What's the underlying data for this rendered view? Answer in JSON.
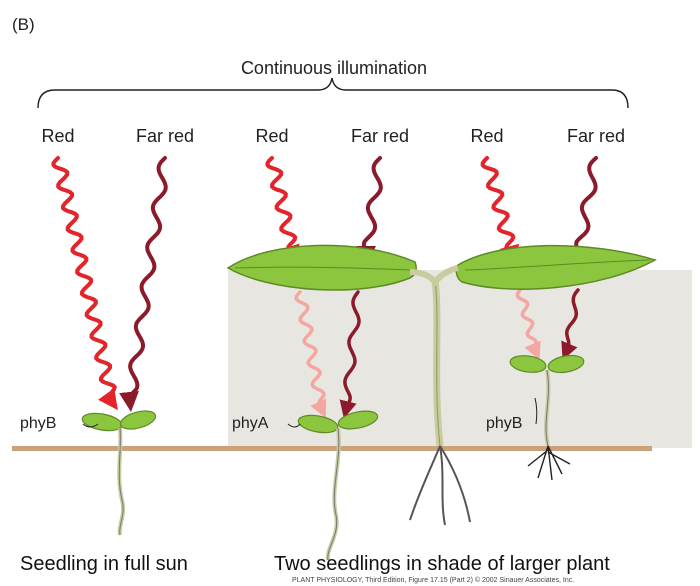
{
  "panel_label": "(B)",
  "top_label": "Continuous illumination",
  "wave_labels": [
    "Red",
    "Far red",
    "Red",
    "Far red",
    "Red",
    "Far red"
  ],
  "phy_labels": [
    "phyB",
    "phyA",
    "phyB"
  ],
  "captions": {
    "left": "Seedling in full sun",
    "right": "Two seedlings in shade of larger plant"
  },
  "credit": "PLANT PHYSIOLOGY, Third Edition, Figure 17.15 (Part 2)  © 2002 Sinauer Associates, Inc.",
  "colors": {
    "red_light": "#e3242b",
    "far_red_light": "#8b1a2b",
    "filtered_red": "#f4a7a0",
    "leaf": "#8cc63f",
    "soil": "#c9a27c",
    "shade": "#e8e6e1"
  }
}
